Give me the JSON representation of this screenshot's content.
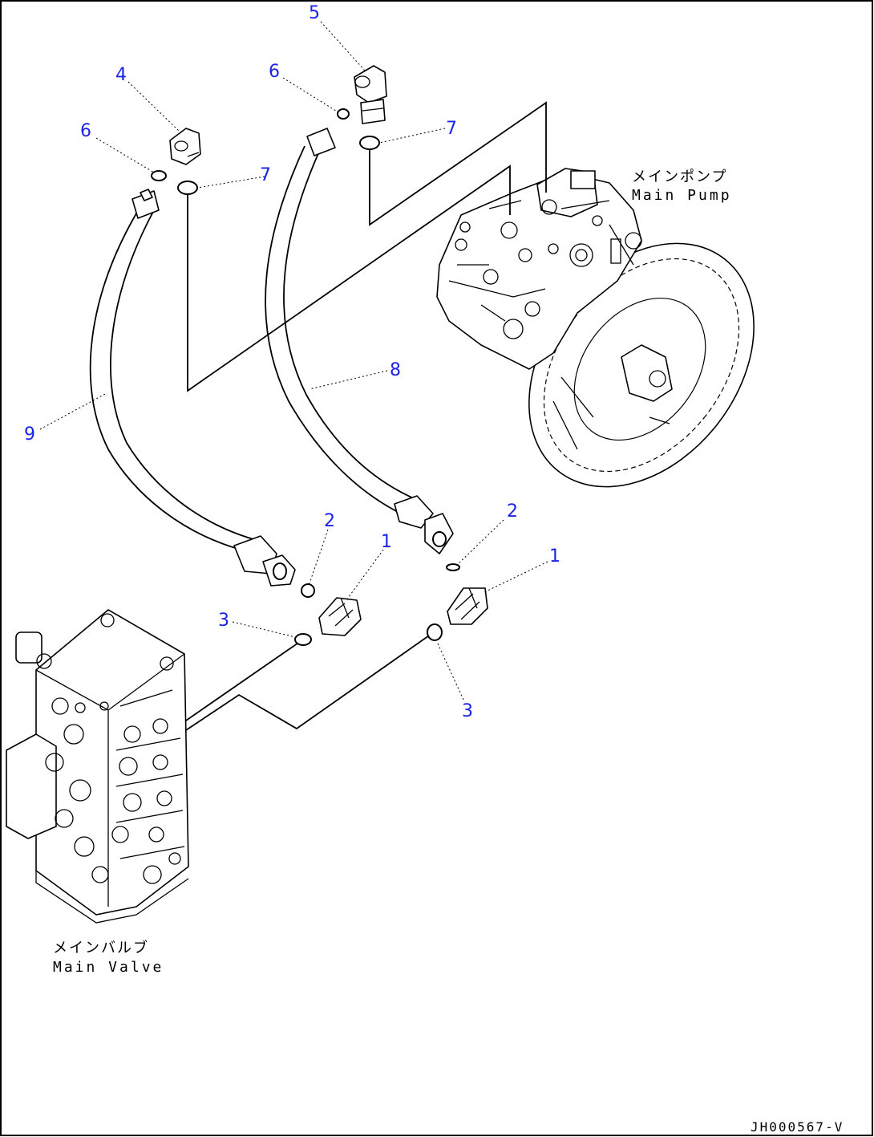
{
  "callouts": {
    "c1a": "1",
    "c1b": "1",
    "c2a": "2",
    "c2b": "2",
    "c3a": "3",
    "c3b": "3",
    "c4": "4",
    "c5": "5",
    "c6a": "6",
    "c6b": "6",
    "c7a": "7",
    "c7b": "7",
    "c8": "8",
    "c9": "9"
  },
  "labels": {
    "main_pump_jp": "メインポンプ",
    "main_pump_en": "Main Pump",
    "main_valve_jp": "メインバルブ",
    "main_valve_en": "Main Valve"
  },
  "drawing_code": "JH000567-V",
  "colors": {
    "callout": "#1c23e8",
    "line": "#000000",
    "background": "#ffffff"
  }
}
